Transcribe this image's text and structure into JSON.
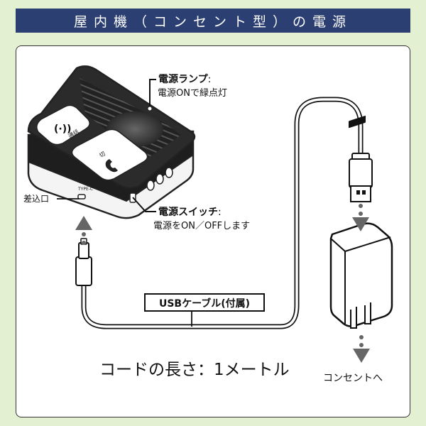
{
  "header": {
    "title": "屋内機（コンセント型）の電源"
  },
  "device": {
    "button_call_label": "通話",
    "button_cut_label": "切",
    "port_label": "TYPE-C"
  },
  "callouts": {
    "lamp_title": "電源ランプ",
    "lamp_colon": ":",
    "lamp_desc": "電源ONで緑点灯",
    "switch_title": "電源スイッチ",
    "switch_colon": ":",
    "switch_desc": "電源をON／OFFします",
    "port": "差込口"
  },
  "cable": {
    "label": "USBケーブル(付属)",
    "length": "コードの長さ：1メートル"
  },
  "adapter": {
    "label": "コンセントへ"
  },
  "colors": {
    "banner": "#2b3f72",
    "background": "#e3f0d2",
    "arrow": "#666666",
    "device_body": "#1e1e1e"
  }
}
